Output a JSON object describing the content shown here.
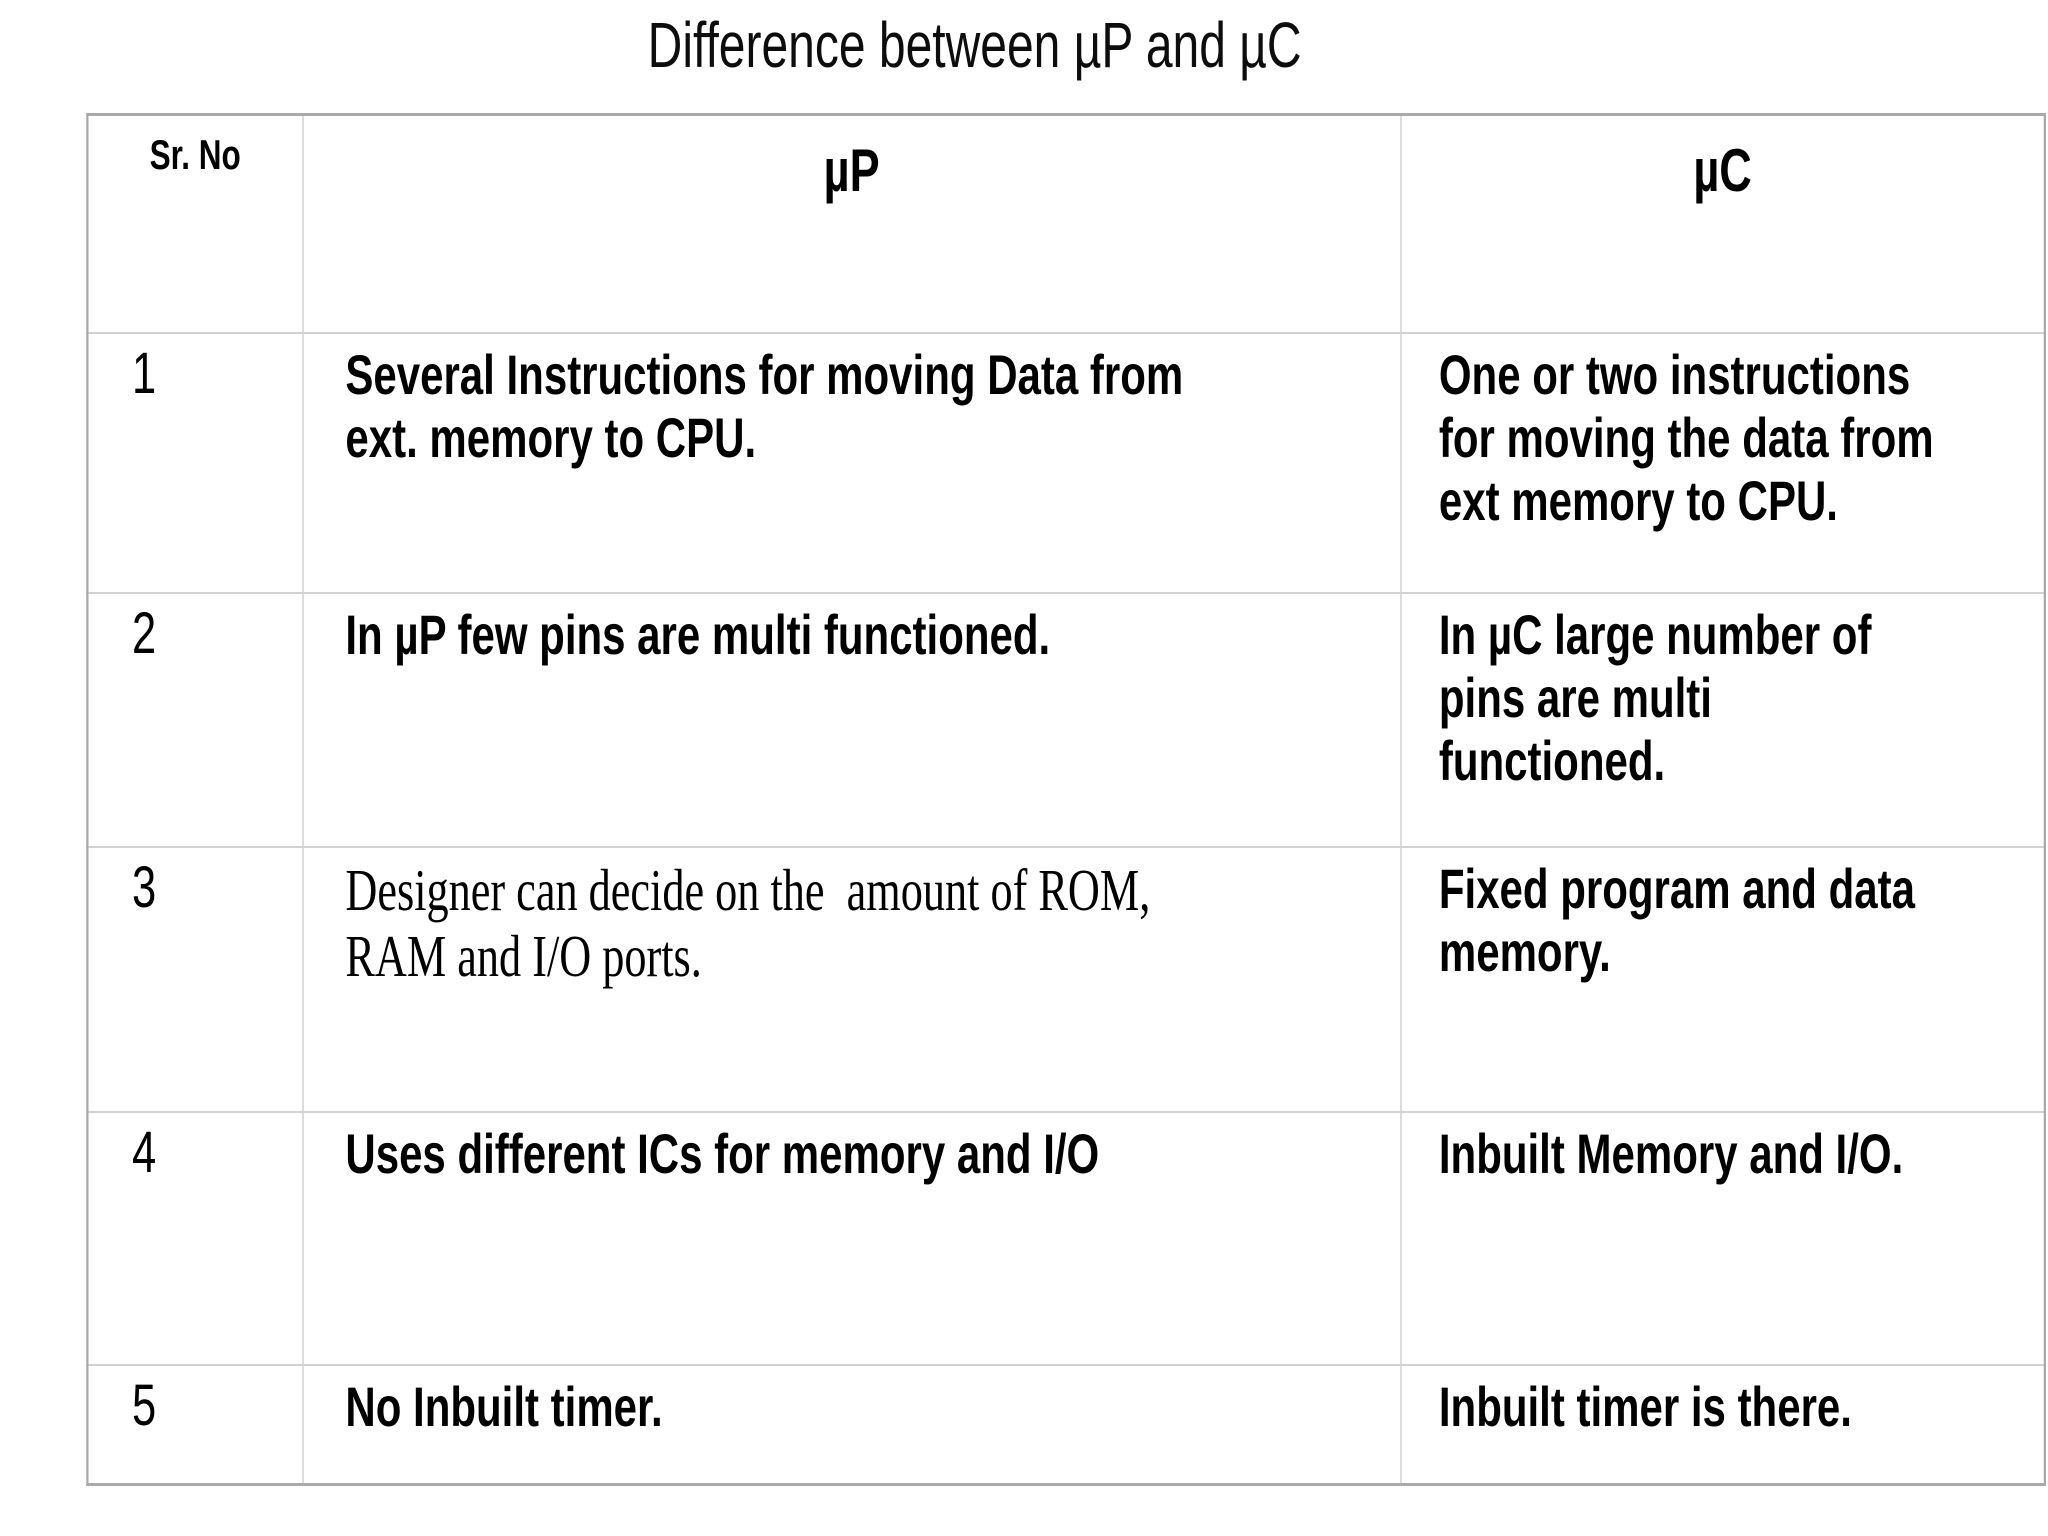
{
  "title": "Difference between µP and µC",
  "table": {
    "headers": [
      "Sr. No",
      "µP",
      "µC"
    ],
    "rows": [
      {
        "sr": "1",
        "up": "Several Instructions for moving Data from\next. memory to CPU.",
        "uc": "One or two instructions\nfor moving the data from\next memory to CPU."
      },
      {
        "sr": "2",
        "up": "In µP few pins are multi functioned.",
        "uc": "In µC large number of\npins are multi\nfunctioned."
      },
      {
        "sr": "3",
        "up": "Designer can decide on the  amount of ROM,\nRAM and I/O ports.",
        "uc": "Fixed program and data\nmemory."
      },
      {
        "sr": "4",
        "up": "Uses different ICs for memory and I/O",
        "uc": "Inbuilt Memory and I/O."
      },
      {
        "sr": "5",
        "up": "No Inbuilt timer.",
        "uc": "Inbuilt timer is there."
      }
    ]
  },
  "colors": {
    "background": "#ffffff",
    "text": "#000000",
    "outer_border": "#a9a9a9",
    "grid_line": "#d2d2d2"
  }
}
